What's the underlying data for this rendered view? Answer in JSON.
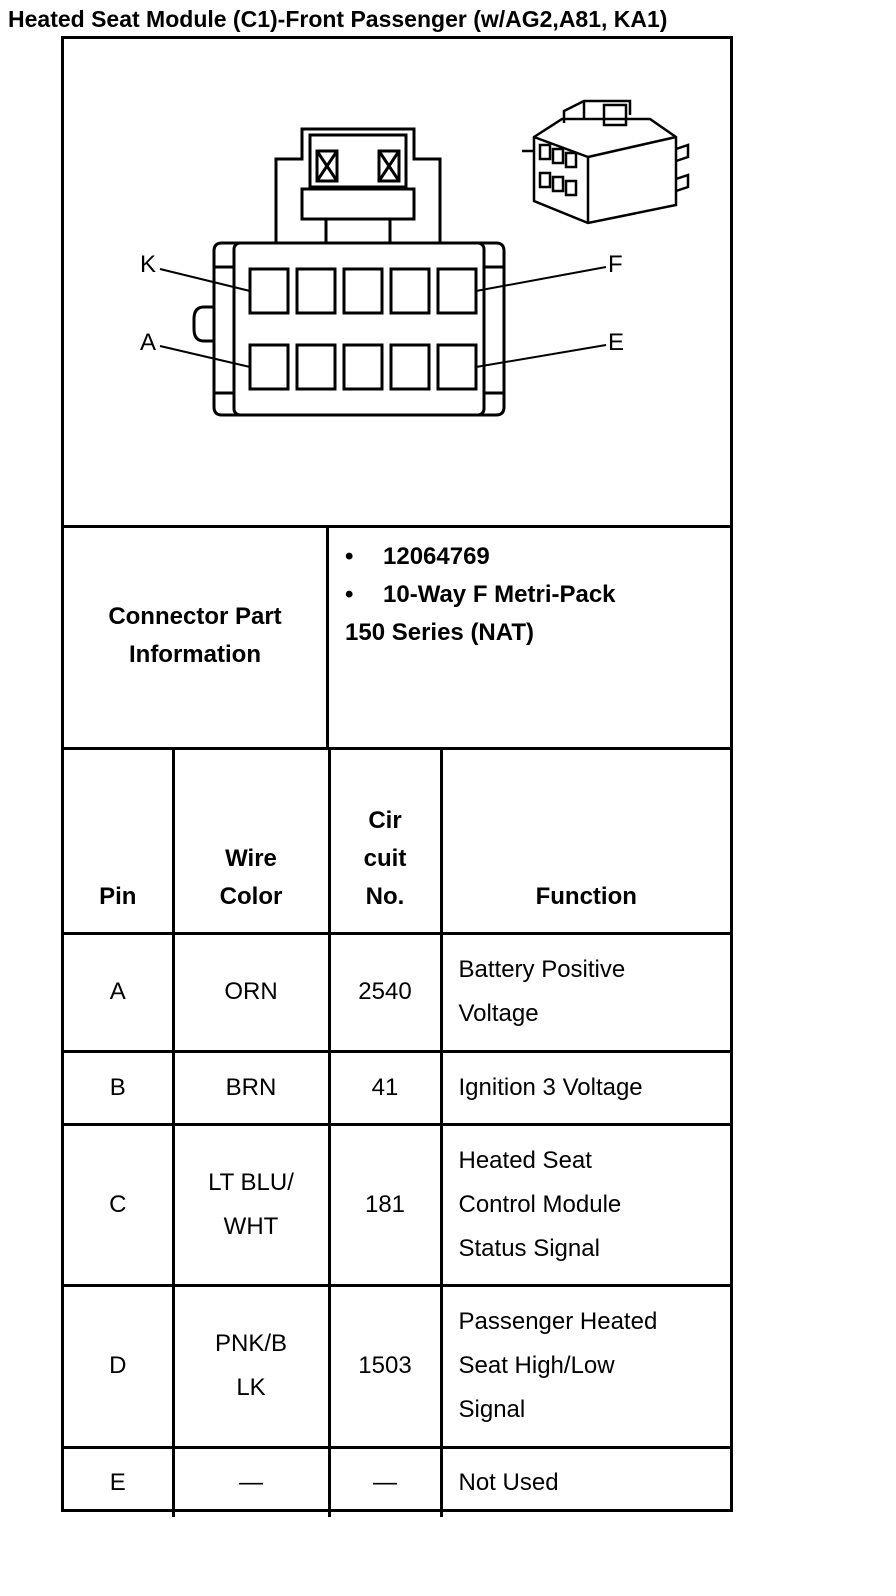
{
  "title": "Heated Seat Module (C1)-Front Passenger (w/AG2,A81, KA1)",
  "diagram": {
    "pin_labels": {
      "top_left": "K",
      "top_right": "F",
      "bottom_left": "A",
      "bottom_right": "E"
    }
  },
  "connector_info": {
    "label_lines": [
      "Connector Part",
      "Information"
    ],
    "bullet": "•",
    "part_number": "12064769",
    "description": "10-Way F Metri-Pack",
    "series": "150 Series (NAT)"
  },
  "table": {
    "headers": {
      "pin": [
        "Pin"
      ],
      "wire_color": [
        "Wire",
        "Color"
      ],
      "circuit_no": [
        "Cir",
        "cuit",
        "No."
      ],
      "function": [
        "Function"
      ]
    },
    "rows": [
      {
        "pin": "A",
        "wire_color": [
          "ORN"
        ],
        "circuit_no": "2540",
        "function": [
          "Battery Positive",
          "Voltage"
        ]
      },
      {
        "pin": "B",
        "wire_color": [
          "BRN"
        ],
        "circuit_no": "41",
        "function": [
          "Ignition 3 Voltage"
        ]
      },
      {
        "pin": "C",
        "wire_color": [
          "LT BLU/",
          "WHT"
        ],
        "circuit_no": "181",
        "function": [
          "Heated Seat",
          "Control Module",
          "Status Signal"
        ]
      },
      {
        "pin": "D",
        "wire_color": [
          "PNK/B",
          "LK"
        ],
        "circuit_no": "1503",
        "function": [
          "Passenger Heated",
          "Seat High/Low",
          "Signal"
        ]
      },
      {
        "pin": "E",
        "wire_color": [
          "—"
        ],
        "circuit_no": "—",
        "function": [
          "Not Used"
        ]
      }
    ]
  }
}
